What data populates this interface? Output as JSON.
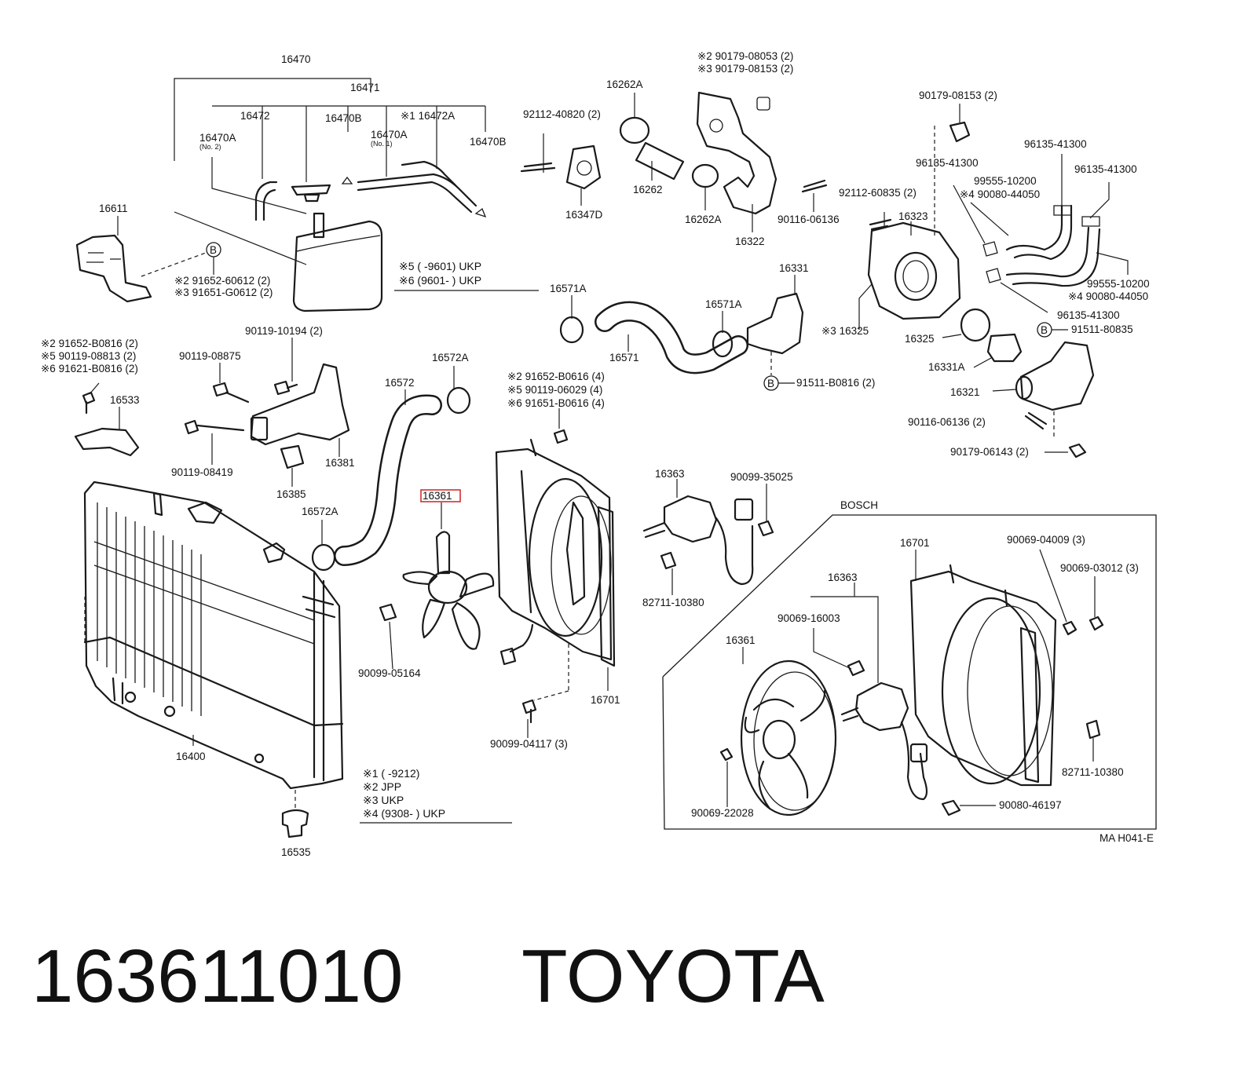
{
  "diagram": {
    "labels": {
      "l16470": "16470",
      "l16471": "16471",
      "l16472": "16472",
      "l16470B_a": "16470B",
      "l16470A_2": "16470A",
      "l16470A_2_sub": "(No. 2)",
      "l16470A_1": "16470A",
      "l16470A_1_sub": "(No. 1)",
      "l16472A": "※1 16472A",
      "l16470B_b": "16470B",
      "l16611": "16611",
      "b1_a": "※2 91652-60612 (2)",
      "b1_b": "※3 91651-G0612 (2)",
      "l92112_40820": "92112-40820 (2)",
      "l16262A_top": "16262A",
      "l16262": "16262",
      "l16262A_bot": "16262A",
      "l16347D": "16347D",
      "l90179_08053": "※2 90179-08053 (2)",
      "l90179_08153_a": "※3 90179-08153 (2)",
      "l16322": "16322",
      "l90116_06136_a": "90116-06136",
      "l90179_08153_b": "90179-08153 (2)",
      "l96135_41300_a": "96135-41300",
      "l96135_41300_b": "96135-41300",
      "l96135_41300_c": "96135-41300",
      "l99555_10200_a": "99555-10200",
      "l90080_44050_a": "※4 90080-44050",
      "l92112_60835": "92112-60835 (2)",
      "l16323": "16323",
      "l99555_10200_b": "99555-10200",
      "l90080_44050_b": "※4 90080-44050",
      "l96135_41300_d": "96135-41300",
      "l91511_80835": "91511-80835",
      "n5": "※5 (      -9601) UKP",
      "n6": "※6 (9601-        ) UKP",
      "l16571A_a": "16571A",
      "l16571A_b": "16571A",
      "l16331": "16331",
      "l16571": "16571",
      "l16325_a": "※3 16325",
      "l16325_b": "16325",
      "l16331A": "16331A",
      "l16321": "16321",
      "l91511_B0816": "91511-B0816 (2)",
      "l90116_06136_b": "90116-06136 (2)",
      "l90179_06143": "90179-06143 (2)",
      "b2_a": "※2 91652-B0816 (2)",
      "b2_b": "※5 90119-08813 (2)",
      "b2_c": "※6 91621-B0816 (2)",
      "l16533": "16533",
      "l90119_08875": "90119-08875",
      "l90119_10194": "90119-10194 (2)",
      "l90119_08419": "90119-08419",
      "l16381": "16381",
      "l16385": "16385",
      "l16572": "16572",
      "l16572A_a": "16572A",
      "l16572A_b": "16572A",
      "b3_a": "※2 91652-B0616 (4)",
      "b3_b": "※5 90119-06029 (4)",
      "b3_c": "※6 91651-B0616 (4)",
      "l16361_hl": "16361",
      "l16363_a": "16363",
      "l90099_35025": "90099-35025",
      "l82711_10380_a": "82711-10380",
      "l90099_05164": "90099-05164",
      "l16701_a": "16701",
      "l90099_04117": "90099-04117 (3)",
      "l16400": "16400",
      "l16535": "16535",
      "bosch": "BOSCH",
      "l16701_b": "16701",
      "l16363_b": "16363",
      "l90069_04009": "90069-04009 (3)",
      "l90069_03012": "90069-03012 (3)",
      "l90069_16003": "90069-16003",
      "l16361_b": "16361",
      "l82711_10380_b": "82711-10380",
      "l90080_46197": "90080-46197",
      "l90069_22028": "90069-22028",
      "code": "MA H041-E",
      "fn1": "※1 (         -9212)",
      "fn2": "※2 JPP",
      "fn3": "※3 UKP",
      "fn4": "※4 (9308-         ) UKP",
      "b_marker": "B"
    },
    "caption_part": "163611010",
    "caption_brand": "TOYOTA",
    "highlight_color": "#d32f2f"
  }
}
